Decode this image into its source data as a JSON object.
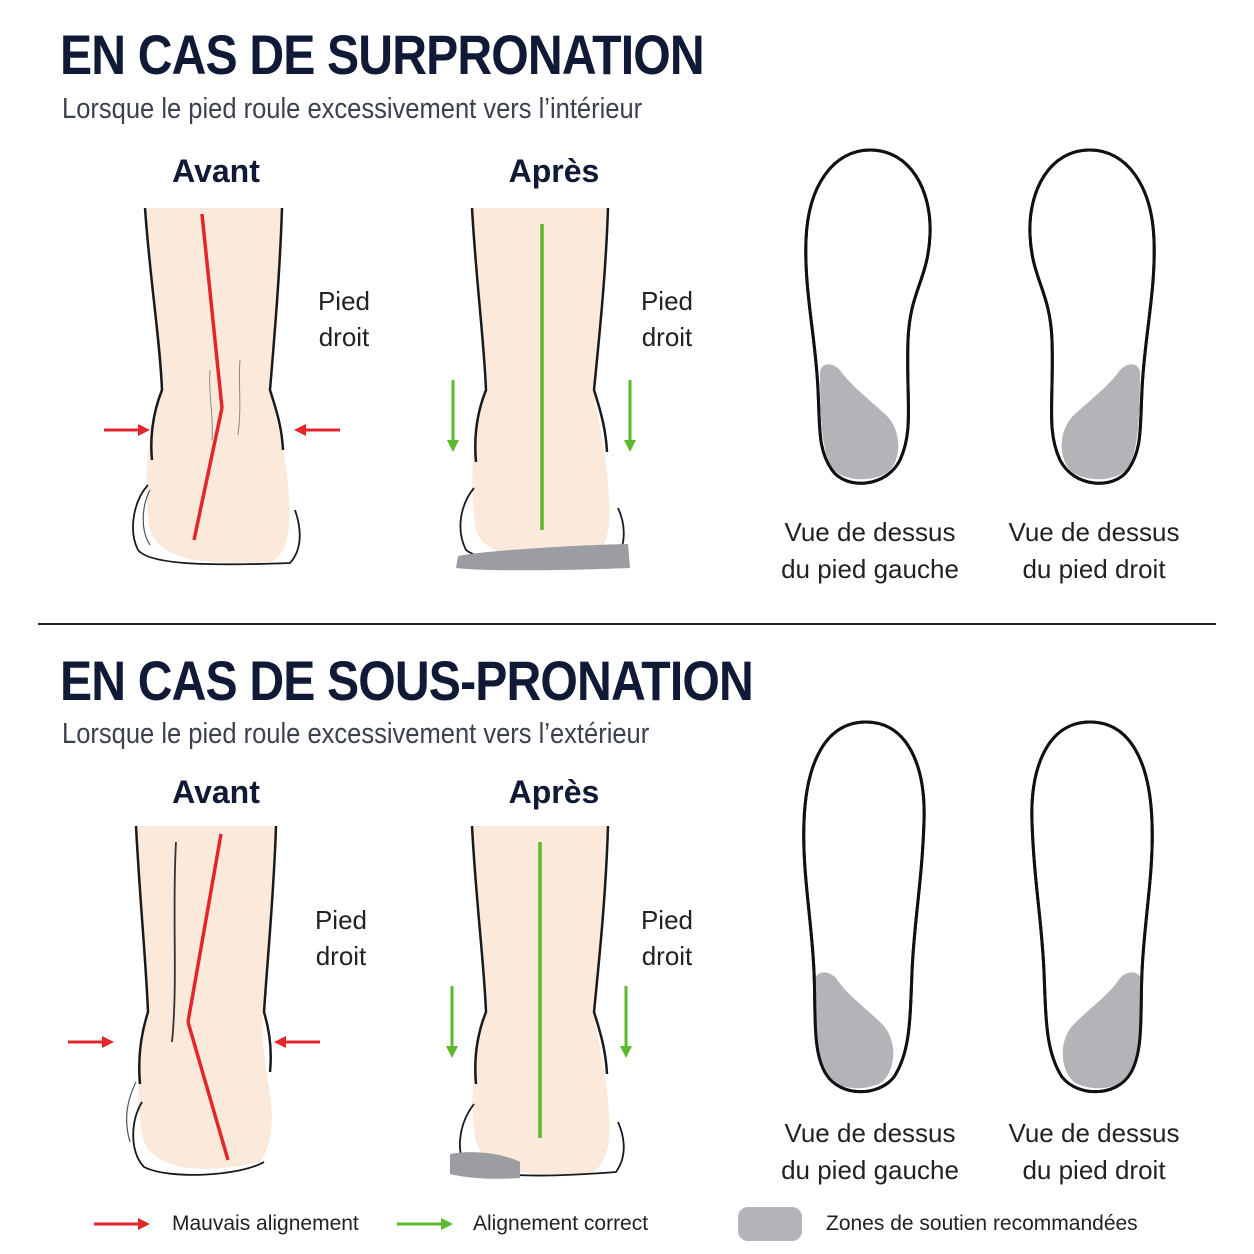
{
  "sections": [
    {
      "title": "EN CAS DE SURPRONATION",
      "subtitle": "Lorsque le pied roule excessivement vers l’intérieur",
      "before_label": "Avant",
      "after_label": "Après",
      "foot_label_before": [
        "Pied",
        "droit"
      ],
      "foot_label_after": [
        "Pied",
        "droit"
      ],
      "left_view_label": [
        "Vue de dessus",
        "du pied gauche"
      ],
      "right_view_label": [
        "Vue de dessus",
        "du pied droit"
      ]
    },
    {
      "title": "EN CAS DE SOUS-PRONATION",
      "subtitle": "Lorsque le pied roule excessivement vers l’extérieur",
      "before_label": "Avant",
      "after_label": "Après",
      "foot_label_before": [
        "Pied",
        "droit"
      ],
      "foot_label_after": [
        "Pied",
        "droit"
      ],
      "left_view_label": [
        "Vue de dessus",
        "du pied gauche"
      ],
      "right_view_label": [
        "Vue de dessus",
        "du pied droit"
      ]
    }
  ],
  "legend": {
    "bad_alignment": "Mauvais alignement",
    "correct_alignment": "Alignement correct",
    "support_zones": "Zones de soutien recommandées"
  },
  "colors": {
    "bad": "#e3262b",
    "good": "#5cb82e",
    "support": "#b3b4b8",
    "skin": "#fbeadb",
    "title": "#101a36"
  },
  "icons": [
    "red-arrow-icon",
    "green-arrow-icon",
    "support-zone-swatch-icon"
  ]
}
